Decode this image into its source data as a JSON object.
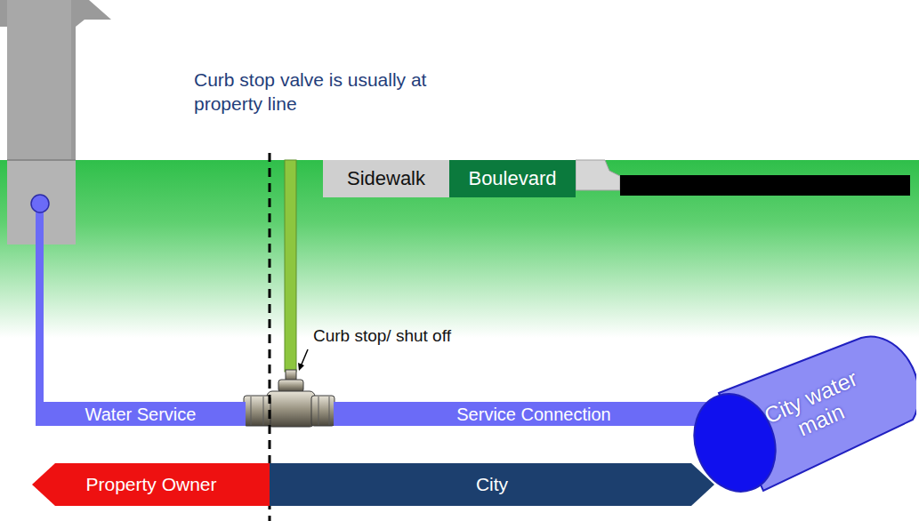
{
  "diagram": {
    "nodes": [
      {
        "text": [
          "Sidewalk"
        ]
      },
      {
        "text": [
          "Boulevard"
        ]
      },
      {
        "text": [
          "Water Service"
        ]
      },
      {
        "text": [
          "Service Connection"
        ]
      },
      {
        "text": [
          "City water main"
        ]
      },
      {
        "text": [
          "Property Owner"
        ]
      },
      {
        "text": [
          "City"
        ]
      }
    ],
    "labels": [
      "Curb stop valve is usually at property line",
      "Curb stop/ shut off"
    ]
  }
}
